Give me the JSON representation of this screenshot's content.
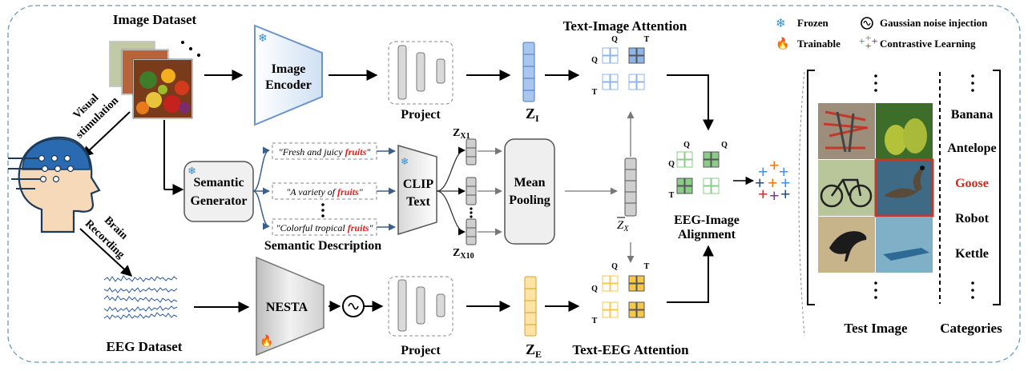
{
  "legend": {
    "frozen": "Frozen",
    "trainable": "Trainable",
    "noise": "Gaussian noise injection",
    "contrastive": "Contrastive Learning"
  },
  "left": {
    "image_dataset": "Image Dataset",
    "visual_stimulation_1": "Visual",
    "visual_stimulation_2": "stimulation",
    "brain_recording_1": "Brain",
    "brain_recording_2": "Recording",
    "eeg_dataset": "EEG Dataset"
  },
  "modules": {
    "image_encoder_1": "Image",
    "image_encoder_2": "Encoder",
    "semantic_generator_1": "Semantic",
    "semantic_generator_2": "Generator",
    "clip_text_1": "CLIP",
    "clip_text_2": "Text",
    "mean_pooling_1": "Mean",
    "mean_pooling_2": "Pooling",
    "nesta": "NESTA",
    "project_top": "Project",
    "project_bottom": "Project"
  },
  "descriptions": {
    "d1_pre": "\"Fresh and juicy ",
    "d1_key": "fruits",
    "d1_post": "\"",
    "d2_pre": "\"A variety of ",
    "d2_key": "fruits",
    "d2_post": "\"",
    "d3_pre": "\"Colorful tropical ",
    "d3_key": "fruits",
    "d3_post": "\"",
    "caption": "Semantic Description"
  },
  "symbols": {
    "zi": "Z",
    "zi_sub": "I",
    "ze": "Z",
    "ze_sub": "E",
    "zx1": "Z",
    "zx1_sub": "X1",
    "zx10": "Z",
    "zx10_sub": "X10",
    "zx_bar": "Z",
    "zx_bar_sub": "X"
  },
  "attention": {
    "text_image": "Text-Image Attention",
    "text_eeg": "Text-EEG Attention",
    "q": "Q",
    "t": "T",
    "eeg_image_1": "EEG-Image",
    "eeg_image_2": "Alignment"
  },
  "right": {
    "categories": [
      "Banana",
      "Antelope",
      "Goose",
      "Robot",
      "Kettle"
    ],
    "highlight_index": 2,
    "test_image": "Test Image",
    "categories_label": "Categories"
  },
  "colors": {
    "blue": "#8FB4E8",
    "green": "#8CCB8A",
    "yellow": "#F5C84C",
    "red_text": "#E0201B",
    "panel_border": "#5A8FAF"
  }
}
